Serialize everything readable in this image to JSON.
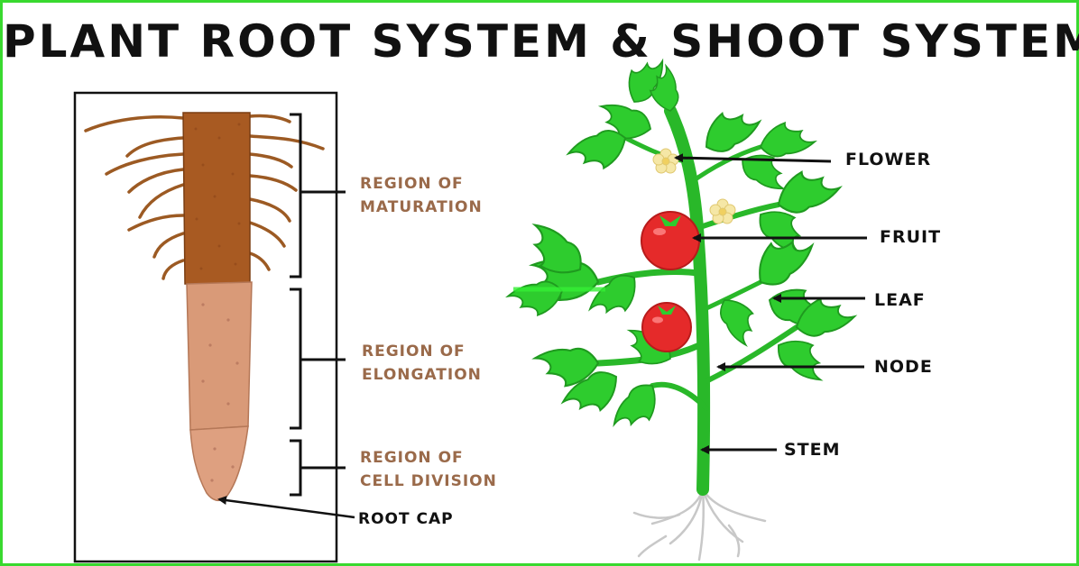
{
  "title": "PLANT ROOT SYSTEM & SHOOT SYSTEM",
  "root_labels": {
    "maturation": [
      "REGION OF",
      "MATURATION"
    ],
    "elongation": [
      "REGION OF",
      "ELONGATION"
    ],
    "cell_division": [
      "REGION OF",
      "CELL DIVISION"
    ],
    "root_cap": "ROOT CAP"
  },
  "shoot_labels": {
    "flower": "FLOWER",
    "fruit": "FRUIT",
    "leaf": "LEAF",
    "node": "NODE",
    "stem": "STEM"
  },
  "colors": {
    "frame_border": "#39d92f",
    "title_text": "#111111",
    "region_label_text": "#9a6a4a",
    "root_hair": "#9c5a23",
    "maturation_zone": "#a85a22",
    "elongation_zone": "#d99a78",
    "cap_zone": "#dea080",
    "leaf_green": "#2ecc2e",
    "stem_green": "#29b829",
    "fruit_red": "#e52a2a",
    "flower_yellow": "#f5e7a6",
    "roots_gray": "#c8c8c8"
  }
}
